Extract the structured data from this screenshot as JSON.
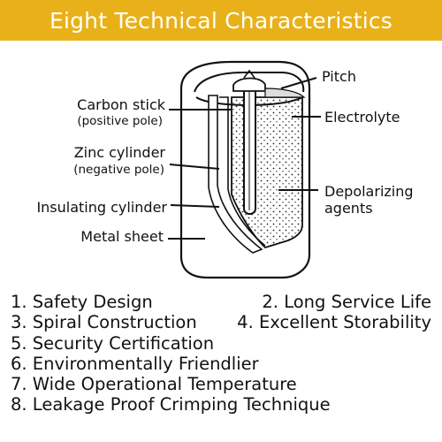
{
  "colors": {
    "banner": "#e8b11a",
    "ink": "#111111",
    "paper": "#ffffff"
  },
  "banner": {
    "title": "Eight Technical Characteristics"
  },
  "diagram": {
    "labels": {
      "pitch": "Pitch",
      "carbon_stick": "Carbon stick",
      "carbon_stick_sub": "(positive pole)",
      "zinc_cylinder": "Zinc cylinder",
      "zinc_cylinder_sub": "(negative pole)",
      "insulating_cylinder": "Insulating cylinder",
      "metal_sheet": "Metal sheet",
      "electrolyte": "Electrolyte",
      "depolarizing_1": "Depolarizing",
      "depolarizing_2": "agents"
    }
  },
  "features": [
    "1. Safety Design",
    "2. Long Service Life",
    "3. Spiral Construction",
    "4. Excellent Storability",
    "5. Security Certification",
    "6. Environmentally Friendlier",
    "7. Wide Operational Temperature",
    "8. Leakage Proof Crimping Technique"
  ]
}
